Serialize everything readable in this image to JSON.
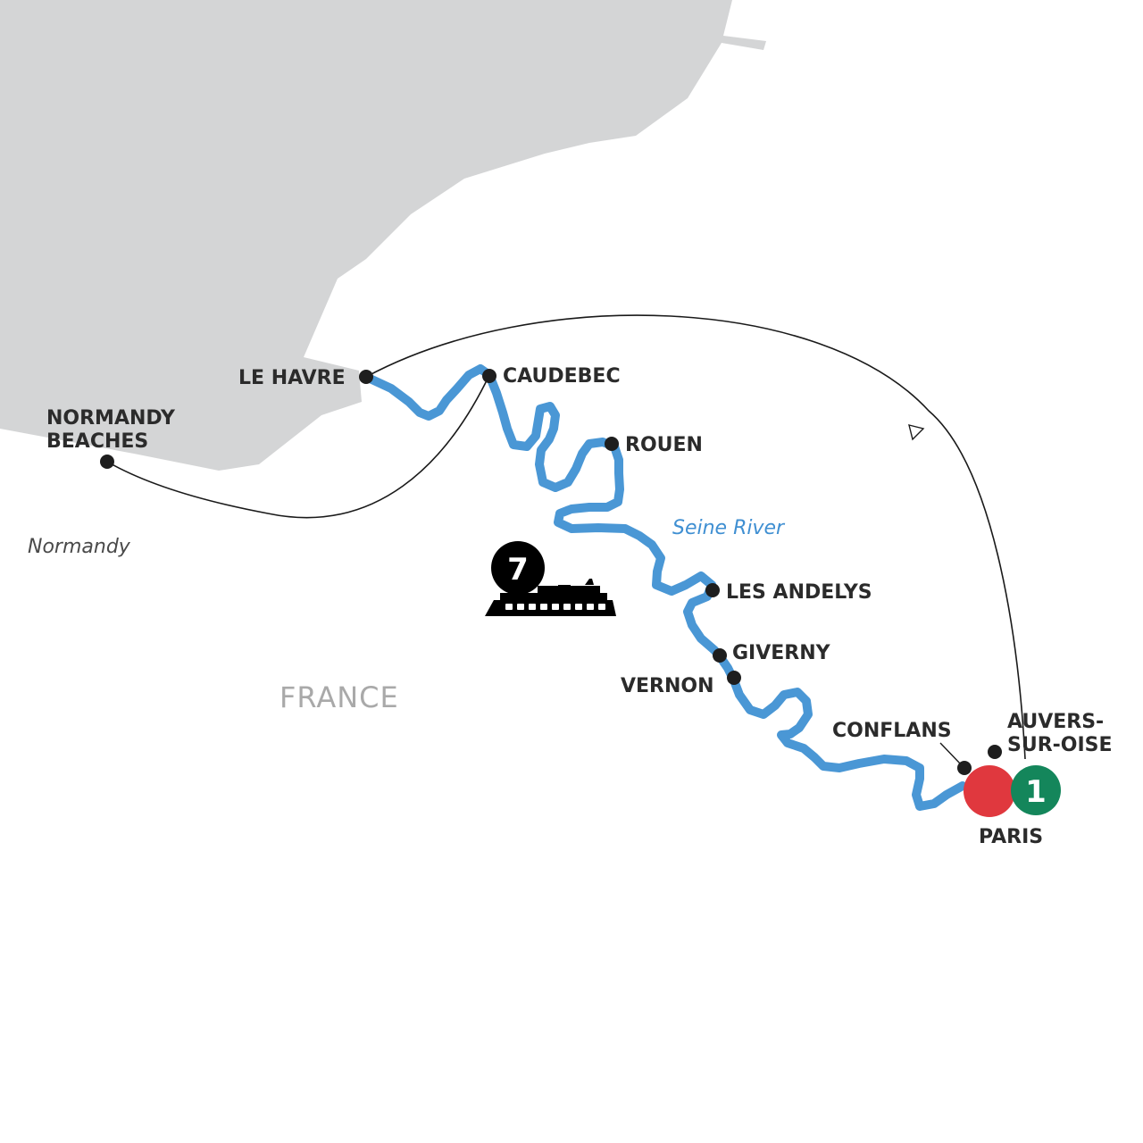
{
  "colors": {
    "sea": "#d4d5d6",
    "land": "#ffffff",
    "river": "#4a97d5",
    "route_line": "#1a1a1a",
    "city_dot": "#1e1e1e",
    "end_marker": "#e0383e",
    "start_marker": "#14865b",
    "duration_badge": "#000000"
  },
  "labels": {
    "country": "FRANCE",
    "region": "Normandy",
    "river": "Seine River"
  },
  "cities": {
    "le_havre": "LE HAVRE",
    "caudebec": "CAUDEBEC",
    "normandy_beaches_line1": "NORMANDY",
    "normandy_beaches_line2": "BEACHES",
    "rouen": "ROUEN",
    "les_andelys": "LES ANDELYS",
    "giverny": "GIVERNY",
    "vernon": "VERNON",
    "conflans": "CONFLANS",
    "auvers_line1": "AUVERS-",
    "auvers_line2": "SUR-OISE",
    "paris": "PARIS"
  },
  "markers": {
    "start_number": "1",
    "duration_nights": "7"
  },
  "icons": {
    "ship": "cruise-ship-icon",
    "arrow": "route-direction-arrow-icon"
  }
}
